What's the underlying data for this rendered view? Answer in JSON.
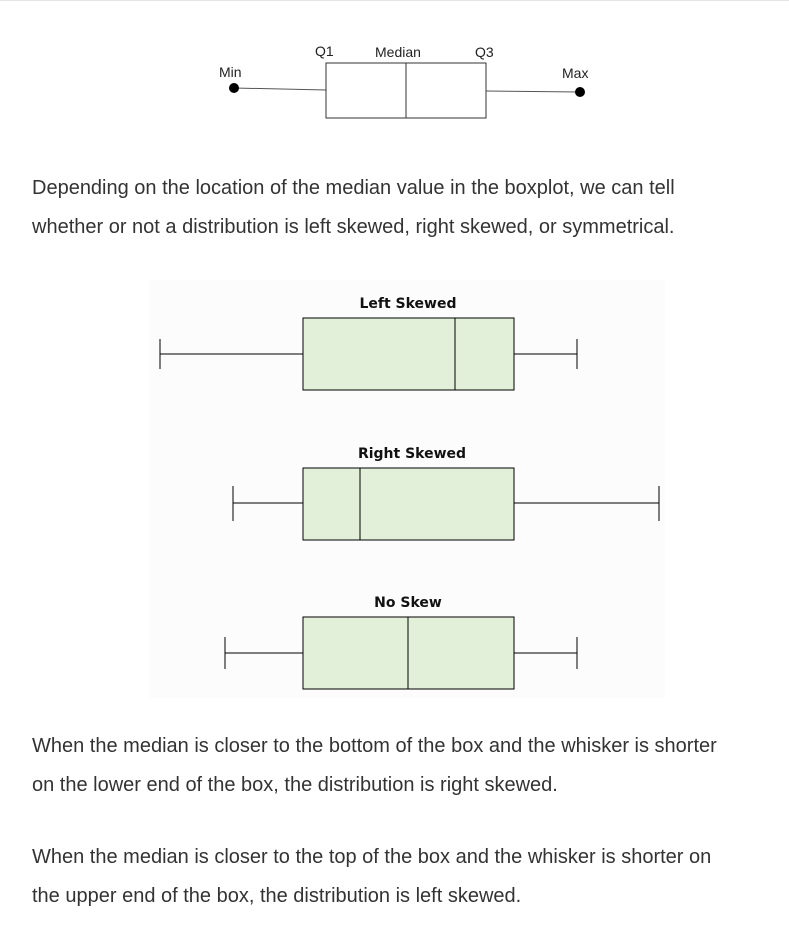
{
  "anatomy": {
    "labels": {
      "min": "Min",
      "q1": "Q1",
      "median": "Median",
      "q3": "Q3",
      "max": "Max"
    }
  },
  "paragraphs": {
    "intro": {
      "line1": "Depending on the location of the median value in the boxplot, we can tell",
      "line2": "whether or not a distribution is left skewed, right skewed, or symmetrical."
    },
    "right_skew": {
      "line1": "When the median is closer to the bottom of the box and the whisker is shorter",
      "line2": "on the lower end of the box, the distribution is right skewed."
    },
    "left_skew": {
      "line1": "When the median is closer to the top of the box and the whisker is shorter on",
      "line2": "the upper end of the box, the distribution is left skewed."
    }
  },
  "examples": [
    {
      "title": "Left Skewed"
    },
    {
      "title": "Right Skewed"
    },
    {
      "title": "No Skew"
    }
  ],
  "colors": {
    "box_fill": "#e2efd9",
    "stroke": "#000000",
    "text": "#333333"
  }
}
